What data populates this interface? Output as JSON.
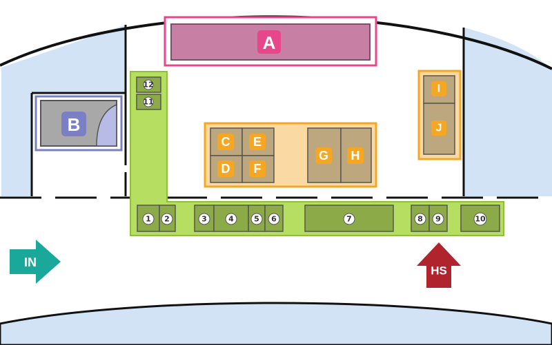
{
  "colors": {
    "water": "#d2e3f5",
    "outline": "#111111",
    "pink": "#e8468a",
    "pink_fill": "#c77fa3",
    "purple": "#7b7fc4",
    "booth_grey": "#a8a8a8",
    "green": "#b6df62",
    "green_booth": "#8daa49",
    "orange": "#f5a623",
    "orange_fill": "#fbd9a3",
    "brown": "#bda77e",
    "teal": "#1aa89a",
    "red": "#b0252d"
  },
  "zones": {
    "A": "A",
    "B": "B",
    "C": "C",
    "D": "D",
    "E": "E",
    "F": "F",
    "G": "G",
    "H": "H",
    "I": "I",
    "J": "J"
  },
  "booths": {
    "b1": "1",
    "b2": "2",
    "b3": "3",
    "b4": "4",
    "b5": "5",
    "b6": "6",
    "b7": "7",
    "b8": "8",
    "b9": "9",
    "b10": "10",
    "b11": "11",
    "b12": "12"
  },
  "arrows": {
    "in": "IN",
    "hs": "HS"
  }
}
